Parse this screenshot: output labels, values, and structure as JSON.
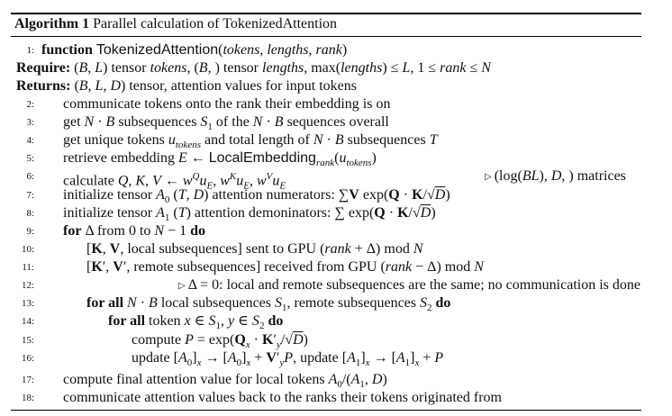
{
  "caption": {
    "label": "Algorithm 1",
    "title": "Parallel calculation of TokenizedAttention"
  },
  "lines": [
    {
      "num": "1:",
      "text": "function TokenizedAttention(tokens, lengths, rank)"
    },
    {
      "num": "",
      "text": "Require: (B, L) tensor tokens, (B, ) tensor lengths, max(lengths) ≤ L, 1 ≤ rank ≤ N"
    },
    {
      "num": "",
      "text": "Returns: (B, L, D) tensor, attention values for input tokens"
    },
    {
      "num": "2:",
      "text": "communicate tokens onto the rank their embedding is on"
    },
    {
      "num": "3:",
      "text": "get N · B subsequences S₁ of the N · B sequences overall"
    },
    {
      "num": "4:",
      "text": "get unique tokens u_tokens and total length of N · B subsequences T"
    },
    {
      "num": "5:",
      "text": "retrieve embedding E ← LocalEmbedding_rank(u_tokens)"
    },
    {
      "num": "6:",
      "text": "calculate Q, K, V ← w^Q u_E, w^K u_E, w^V u_E",
      "comment": "▷ (log(BL), D, ) matrices"
    },
    {
      "num": "7:",
      "text": "initialize tensor A₀ (T, D) attention numerators: ∑V exp(Q · K/√D)"
    },
    {
      "num": "8:",
      "text": "initialize tensor A₁ (T) attention demoninators: ∑exp(Q · K/√D)"
    },
    {
      "num": "9:",
      "text": "for Δ from 0 to N − 1 do"
    },
    {
      "num": "10:",
      "text": "[K, V, local subsequences] sent to GPU (rank + Δ) mod N"
    },
    {
      "num": "11:",
      "text": "[K′, V′, remote subsequences] received from GPU (rank − Δ) mod N"
    },
    {
      "num": "12:",
      "text": "",
      "comment": "▷ Δ = 0: local and remote subsequences are the same; no communication is done"
    },
    {
      "num": "13:",
      "text": "for all N · B local subsequences S₁, remote subsequences S₂ do"
    },
    {
      "num": "14:",
      "text": "for all token x ∈ S₁, y ∈ S₂ do"
    },
    {
      "num": "15:",
      "text": "compute P = exp(Qₓ · K′ᵧ/√D)"
    },
    {
      "num": "16:",
      "text": "update [A₀]ₓ → [A₀]ₓ + V′ᵧP, update [A₁]ₓ → [A₁]ₓ + P"
    },
    {
      "num": "17:",
      "text": "compute final attention value for local tokens A₀/(A₁, D)"
    },
    {
      "num": "18:",
      "text": "communicate attention values back to the ranks their tokens originated from"
    }
  ]
}
